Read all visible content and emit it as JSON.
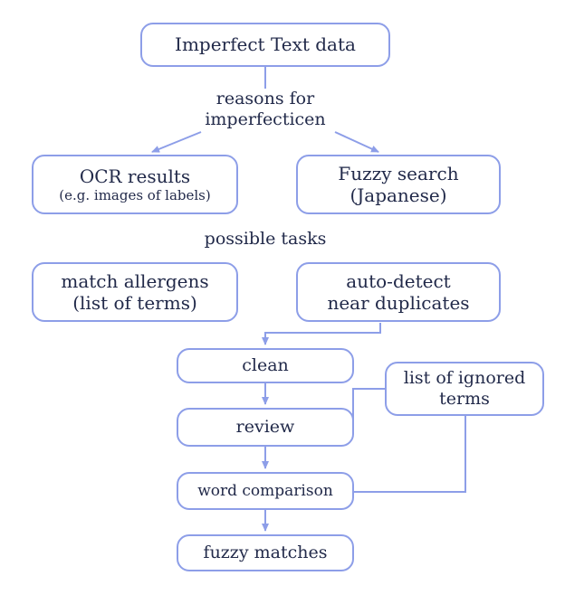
{
  "diagram": {
    "root": "Imperfect Text data",
    "reasons_label": [
      "reasons for",
      "imperfecticen"
    ],
    "ocr": {
      "title": "OCR results",
      "subtitle": "(e.g. images of labels)"
    },
    "fuzzy_search": {
      "title": "Fuzzy search",
      "subtitle": "(Japanese)"
    },
    "tasks_label": "possible tasks",
    "match_allergens": {
      "title": "match allergens",
      "subtitle": "(list of terms)"
    },
    "auto_detect": {
      "title": "auto-detect",
      "subtitle": "near duplicates"
    },
    "clean": "clean",
    "review": "review",
    "ignored_terms": [
      "list of ignored",
      "terms"
    ],
    "word_comparison": "word comparison",
    "fuzzy_matches": "fuzzy matches"
  },
  "colors": {
    "stroke": "#8d9ee8",
    "text": "#222a4a",
    "background": "#ffffff"
  }
}
